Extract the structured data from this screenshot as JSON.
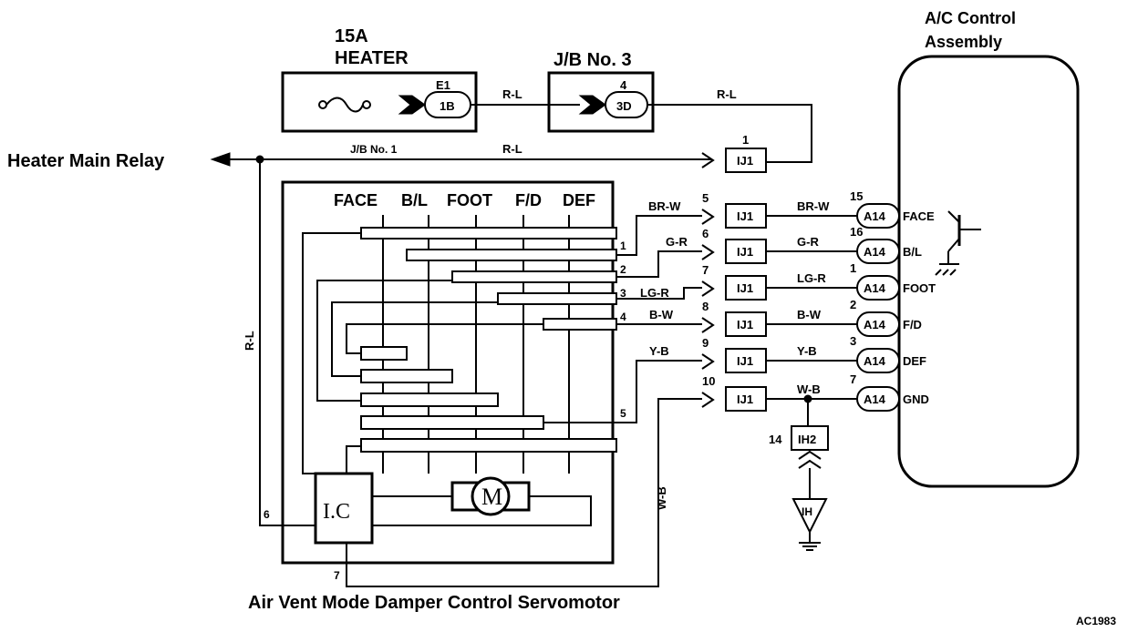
{
  "labels": {
    "fuse_rating": "15A",
    "fuse_name": "HEATER",
    "jb3": "J/B No. 3",
    "ac_title_1": "A/C Control",
    "ac_title_2": "Assembly",
    "heater_main_relay": "Heater Main Relay",
    "jb1": "J/B No. 1",
    "servomotor": "Air Vent Mode Damper Control Servomotor",
    "figure_code": "AC1983",
    "ic_label": "I.C",
    "motor_label": "M",
    "ground_label": "IH"
  },
  "connectors": {
    "e1": "E1",
    "c1b": "1B",
    "pin4": "4",
    "c3d": "3D",
    "pin1_top": "1",
    "ij1": "IJ1",
    "ih2": "IH2",
    "pin14": "14"
  },
  "wires": {
    "r_l": "R-L",
    "w_b_vert": "W-B",
    "r_l_vert": "R-L"
  },
  "switch_headers": [
    "FACE",
    "B/L",
    "FOOT",
    "F/D",
    "DEF"
  ],
  "servo_pins": {
    "p1": "1",
    "p2": "2",
    "p3": "3",
    "p4": "4",
    "p5": "5",
    "p6": "6",
    "p7": "7"
  },
  "circuits": [
    {
      "ij_pin": "5",
      "wire_left": "BR-W",
      "wire_right": "BR-W",
      "a14_pin": "15",
      "func": "FACE"
    },
    {
      "ij_pin": "6",
      "wire_left": "G-R",
      "wire_right": "G-R",
      "a14_pin": "16",
      "func": "B/L"
    },
    {
      "ij_pin": "7",
      "wire_left": "LG-R",
      "wire_right": "LG-R",
      "a14_pin": "1",
      "func": "FOOT"
    },
    {
      "ij_pin": "8",
      "wire_left": "B-W",
      "wire_right": "B-W",
      "a14_pin": "2",
      "func": "F/D"
    },
    {
      "ij_pin": "9",
      "wire_left": "Y-B",
      "wire_right": "Y-B",
      "a14_pin": "3",
      "func": "DEF"
    },
    {
      "ij_pin": "10",
      "wire_left": "",
      "wire_right": "W-B",
      "a14_pin": "7",
      "func": "GND"
    }
  ],
  "a14_label": "A14"
}
